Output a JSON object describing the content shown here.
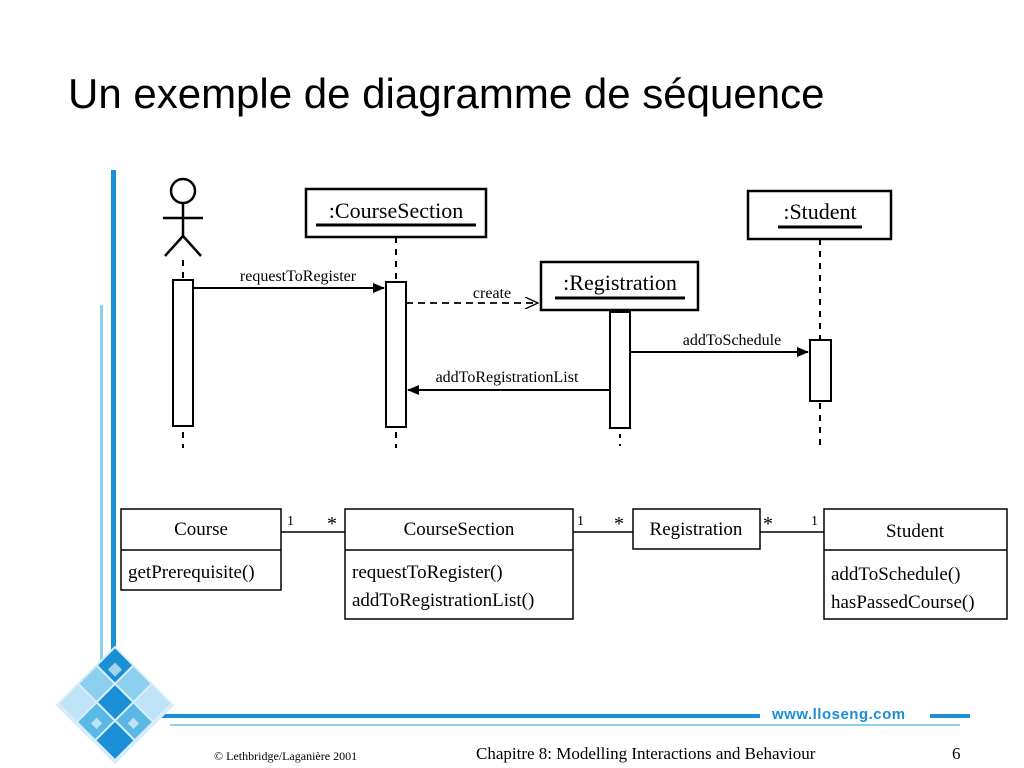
{
  "slide": {
    "title": "Un exemple de diagramme de séquence",
    "copyright": "© Lethbridge/Laganière 2001",
    "chapter": "Chapitre 8: Modelling Interactions and Behaviour",
    "page_number": "6",
    "website": "www.lloseng.com"
  },
  "sequence": {
    "objects": {
      "course_section": ":CourseSection",
      "registration": ":Registration",
      "student": ":Student"
    },
    "messages": {
      "request_to_register": "requestToRegister",
      "create": "create",
      "add_to_schedule": "addToSchedule",
      "add_to_registration_list": "addToRegistrationList"
    }
  },
  "class_diagram": {
    "course": {
      "name": "Course",
      "ops": [
        "getPrerequisite()"
      ]
    },
    "course_section": {
      "name": "CourseSection",
      "ops": [
        "requestToRegister()",
        "addToRegistrationList()"
      ]
    },
    "registration": {
      "name": "Registration"
    },
    "student": {
      "name": "Student",
      "ops": [
        "addToSchedule()",
        "hasPassedCourse()"
      ]
    },
    "multiplicities": {
      "course_end": "1",
      "course_section_left": "*",
      "course_section_right": "1",
      "registration_left": "*",
      "registration_right": "*",
      "student_end": "1"
    }
  },
  "colors": {
    "accent_blue": "#1a8fd6",
    "light_blue": "#8ccfef"
  }
}
